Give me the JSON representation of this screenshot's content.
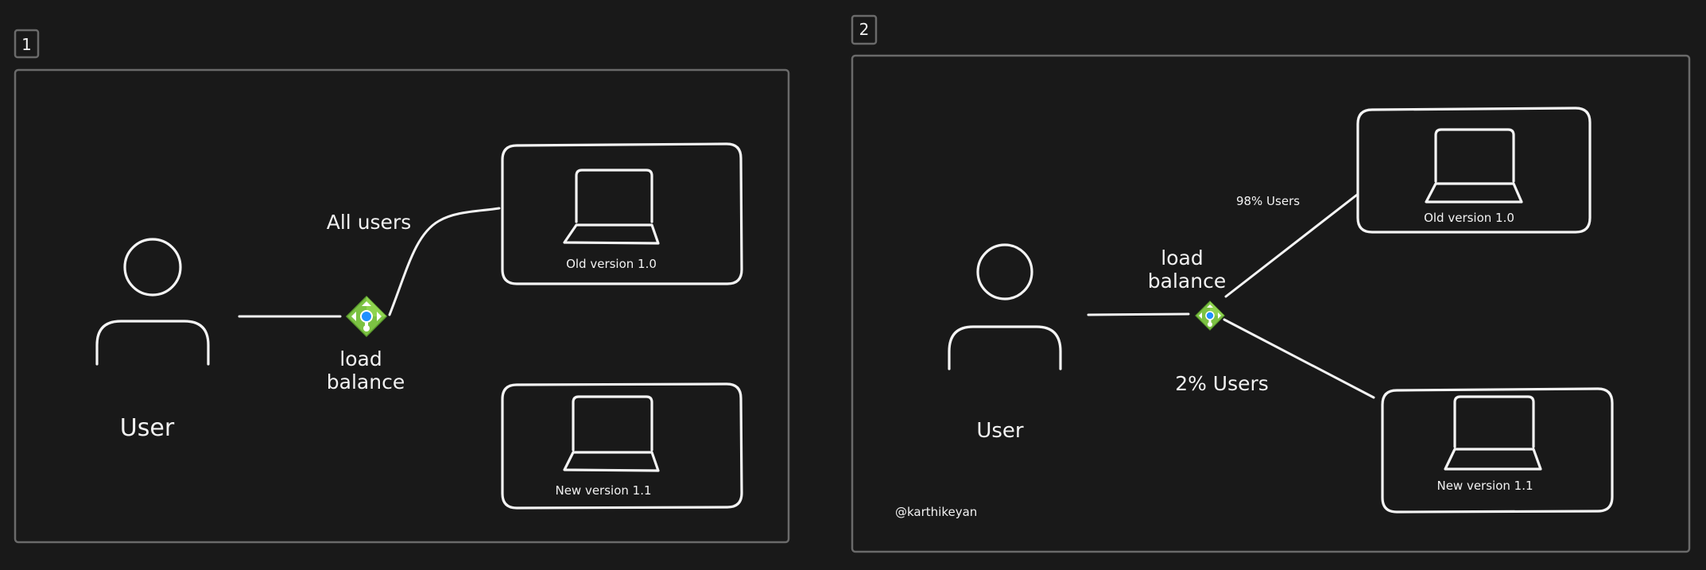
{
  "panels": [
    {
      "number": "1",
      "user_label": "User",
      "lb_label": [
        "load",
        "balance"
      ],
      "edges": [
        {
          "label": "All users"
        }
      ],
      "servers": [
        {
          "label": "Old version 1.0"
        },
        {
          "label": "New version 1.1"
        }
      ]
    },
    {
      "number": "2",
      "user_label": "User",
      "lb_label": [
        "load",
        "balance"
      ],
      "edges": [
        {
          "label": "98% Users"
        },
        {
          "label": "2% Users"
        }
      ],
      "servers": [
        {
          "label": "Old version 1.0"
        },
        {
          "label": "New version 1.1"
        }
      ],
      "credit": "@karthikeyan"
    }
  ],
  "colors": {
    "background": "#191919",
    "stroke": "#f4f4f4",
    "frame": "#6a6a6a",
    "lb_green": "#7cc243",
    "lb_blue": "#1e90ff"
  }
}
